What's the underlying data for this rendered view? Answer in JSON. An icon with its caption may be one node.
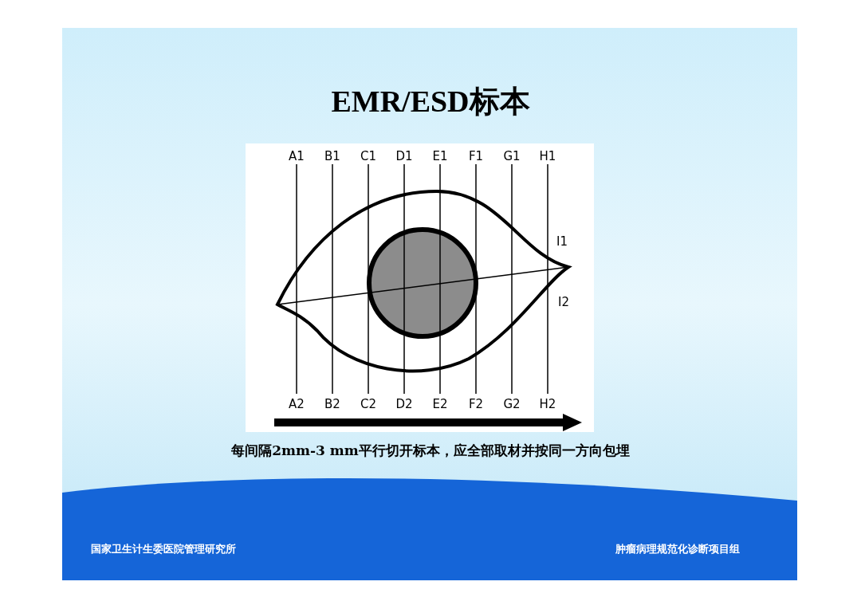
{
  "diagram": {
    "title": "EMR/ESD标本",
    "caption": "每间隔2mm-3 mm平行切开标本，应全部取材并按同一方向包埋",
    "labels": [
      "A1",
      "B1",
      "C1",
      "D1",
      "E1",
      "F1",
      "G1",
      "H1",
      "I1",
      "I2",
      "A2",
      "B2",
      "C2",
      "D2",
      "E2",
      "F2",
      "G2",
      "H2",
      "国家卫生计生委医院管理研究所",
      "肿瘤病理规范化诊断项目组"
    ]
  }
}
